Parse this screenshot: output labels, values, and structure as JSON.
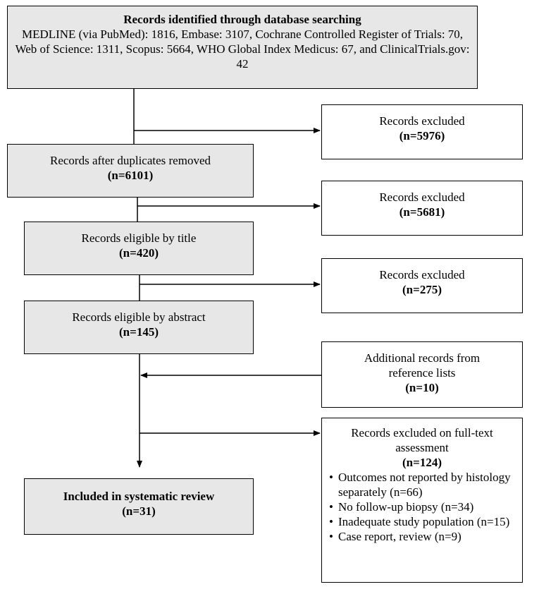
{
  "identified": {
    "title": "Records identified through database searching",
    "detail": "MEDLINE (via PubMed): 1816, Embase: 3107, Cochrane Controlled Register of Trials: 70, Web of Science: 1311, Scopus: 5664, WHO Global Index Medicus: 67, and ClinicalTrials.gov: 42"
  },
  "after_duplicates": {
    "label": "Records after duplicates removed",
    "count": "(n=6101)"
  },
  "by_title": {
    "label": "Records eligible by title",
    "count": "(n=420)"
  },
  "by_abstract": {
    "label": "Records eligible by abstract",
    "count": "(n=145)"
  },
  "included": {
    "label": "Included in systematic review",
    "count": "(n=31)"
  },
  "excluded_1": {
    "label": "Records excluded",
    "count": "(n=5976)"
  },
  "excluded_2": {
    "label": "Records excluded",
    "count": "(n=5681)"
  },
  "excluded_3": {
    "label": "Records excluded",
    "count": "(n=275)"
  },
  "additional": {
    "label": "Additional records from reference lists",
    "count": "(n=10)"
  },
  "fulltext_excluded": {
    "label": "Records excluded on full-text assessment",
    "count": "(n=124)",
    "reasons": [
      "Outcomes not reported by histology separately (n=66)",
      "No follow-up biopsy (n=34)",
      "Inadequate study population (n=15)",
      "Case report, review (n=9)"
    ]
  }
}
